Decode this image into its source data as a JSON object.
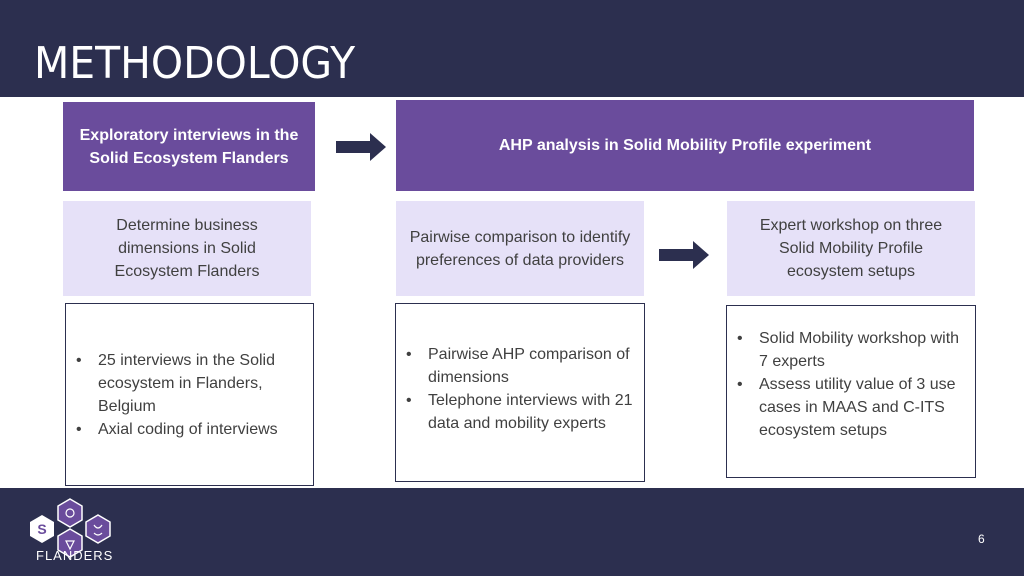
{
  "slide": {
    "title": "METHODOLOGY",
    "page_number": "6"
  },
  "logo": {
    "text": "FLANDERS",
    "icon": "solid-flanders-hexagon-logo-icon"
  },
  "phase1": {
    "header": "Exploratory interviews in the Solid Ecosystem Flanders",
    "step": "Determine business dimensions in Solid Ecosystem Flanders",
    "details": [
      "25 interviews in the Solid ecosystem in Flanders, Belgium",
      "Axial coding of interviews"
    ]
  },
  "phase2": {
    "header": "AHP analysis in Solid Mobility Profile experiment",
    "step_a": "Pairwise comparison to identify preferences of data providers",
    "details_a": [
      "Pairwise AHP comparison of dimensions",
      "Telephone interviews with 21 data and mobility experts"
    ],
    "step_b": "Expert workshop on three Solid Mobility Profile ecosystem setups",
    "details_b": [
      "Solid Mobility workshop with 7  experts",
      "Assess utility value of 3 use cases in MAAS and C-ITS ecosystem setups"
    ]
  },
  "colors": {
    "navy": "#2c2f4f",
    "purple": "#6a4c9c",
    "lavender": "#e6e1f8"
  }
}
